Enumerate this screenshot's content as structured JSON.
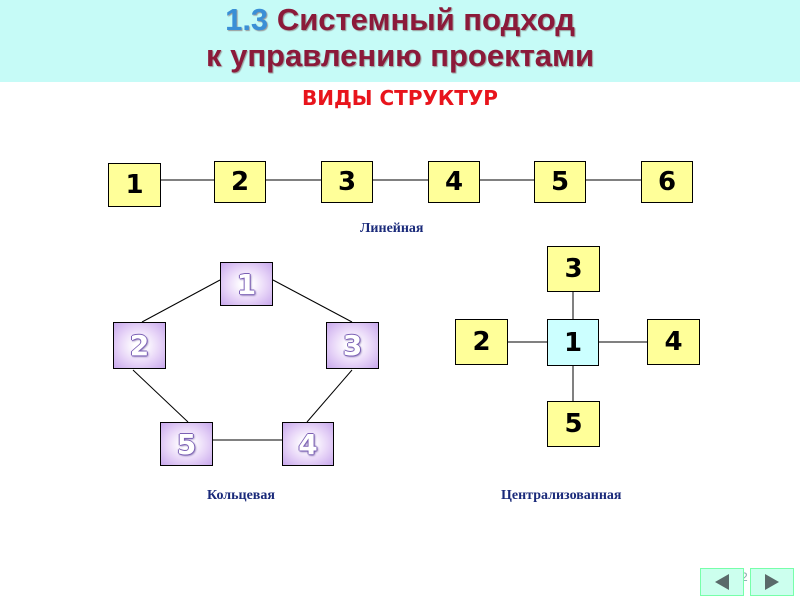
{
  "header": {
    "title_number": "1.3",
    "title_line1": "Системный подход",
    "title_line2": "к управлению проектами",
    "subtitle": "ВИДЫ СТРУКТУР"
  },
  "linear": {
    "caption": "Линейная",
    "nodes": [
      "1",
      "2",
      "3",
      "4",
      "5",
      "6"
    ]
  },
  "ring": {
    "caption": "Кольцевая",
    "nodes": [
      "1",
      "2",
      "3",
      "4",
      "5"
    ]
  },
  "central": {
    "caption": "Централизованная",
    "nodes": [
      "1",
      "2",
      "3",
      "4",
      "5"
    ]
  },
  "footer": {
    "page_number": "2",
    "prev_icon": "triangle-left-icon",
    "next_icon": "triangle-right-icon"
  },
  "colors": {
    "title": "#8b1a3a",
    "title_number": "#3a8fd6",
    "subtitle": "#e8141c",
    "band": "#c6fbf7",
    "linear_box": "#ffff99",
    "central_box": "#ffff99",
    "central_hub": "#ccffff",
    "ring_box": "#c8a8ec"
  }
}
